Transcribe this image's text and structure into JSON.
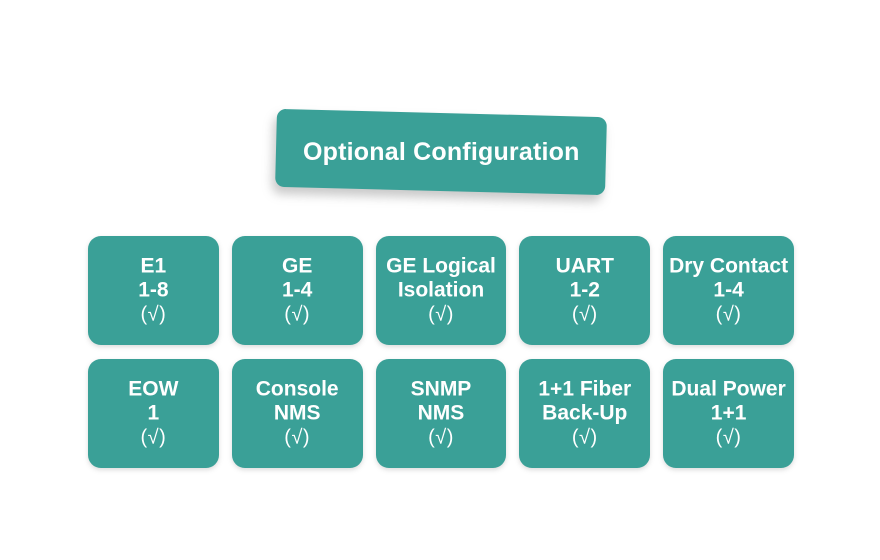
{
  "page": {
    "background_color": "#ffffff",
    "accent_color": "#3aa097",
    "text_color": "#ffffff"
  },
  "banner": {
    "title": "Optional Configuration"
  },
  "grid": {
    "rows": [
      {
        "cards": [
          {
            "name": "e1",
            "line1": "E1",
            "line2": "1-8",
            "check": "(√)"
          },
          {
            "name": "ge",
            "line1": "GE",
            "line2": "1-4",
            "check": "(√)"
          },
          {
            "name": "ge-logical-isolation",
            "line1": "GE Logical",
            "line2": "Isolation",
            "check": "(√)"
          },
          {
            "name": "uart",
            "line1": "UART",
            "line2": "1-2",
            "check": "(√)"
          },
          {
            "name": "dry-contact",
            "line1": "Dry Contact",
            "line2": "1-4",
            "check": "(√)"
          }
        ]
      },
      {
        "cards": [
          {
            "name": "eow",
            "line1": "EOW",
            "line2": "1",
            "check": "(√)"
          },
          {
            "name": "console-nms",
            "line1": "Console",
            "line2": "NMS",
            "check": "(√)"
          },
          {
            "name": "snmp-nms",
            "line1": "SNMP",
            "line2": "NMS",
            "check": "(√)"
          },
          {
            "name": "fiber-backup",
            "line1": "1+1 Fiber",
            "line2": "Back-Up",
            "check": "(√)"
          },
          {
            "name": "dual-power",
            "line1": "Dual Power",
            "line2": "1+1",
            "check": "(√)"
          }
        ]
      }
    ]
  }
}
